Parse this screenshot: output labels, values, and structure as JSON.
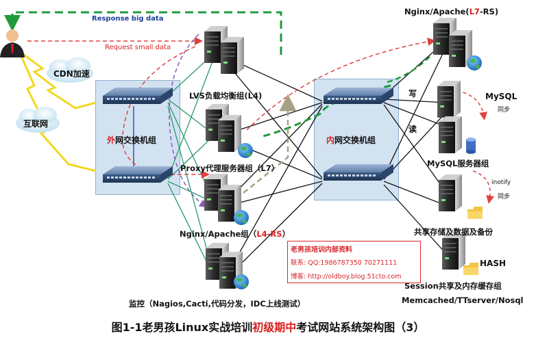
{
  "arrows": {
    "response": "Response  big data",
    "request": "Request  small data"
  },
  "clouds": {
    "cdn": "CDN加速",
    "internet": "互联网"
  },
  "zones": {
    "outer": {
      "prefix": "外",
      "rest": "网交换机组"
    },
    "inner": {
      "prefix": "内",
      "rest": "网交换机组"
    }
  },
  "labels": {
    "lvs": "LVS负载均衡组(L4)",
    "proxy": "Proxy代理服务器组（L7）",
    "nginx_l4": {
      "before": "Nginx/Apache组（",
      "highlight": "L4-RS",
      "after": "）"
    },
    "monitor": "监控（Nagios,Cacti,代码分发，IDC上线测试）",
    "nginx_l7": {
      "before": "Nginx/Apache(",
      "highlight": "L7",
      "after": "-RS)"
    },
    "mysql": "MySQL",
    "sync1": "同步",
    "write": "写",
    "read": "读",
    "mysql_group": "MySQL服务器组",
    "inotify": "inotify",
    "sync2": "同步",
    "storage": "共享存储及数据及备份",
    "hash": "HASH",
    "session": "Session共享及内存缓存组",
    "memcached": "Memcached/TTserver/Nosql"
  },
  "watermark": {
    "line1": "老男孩培训内部资料",
    "line2": "联系: QQ:1986787350 70271111",
    "line3": "博客: http://oldboy.blog.51cto.com"
  },
  "title": {
    "part1": "图1-1老男孩Linux实战培训",
    "part2": "初级期中",
    "part3": "考试网站系统架构图（3）"
  },
  "colors": {
    "accent_red": "#d81e1e",
    "response_green": "#1f9a3a",
    "request_red": "#e04040",
    "zone_blue": "#adcbe6"
  }
}
